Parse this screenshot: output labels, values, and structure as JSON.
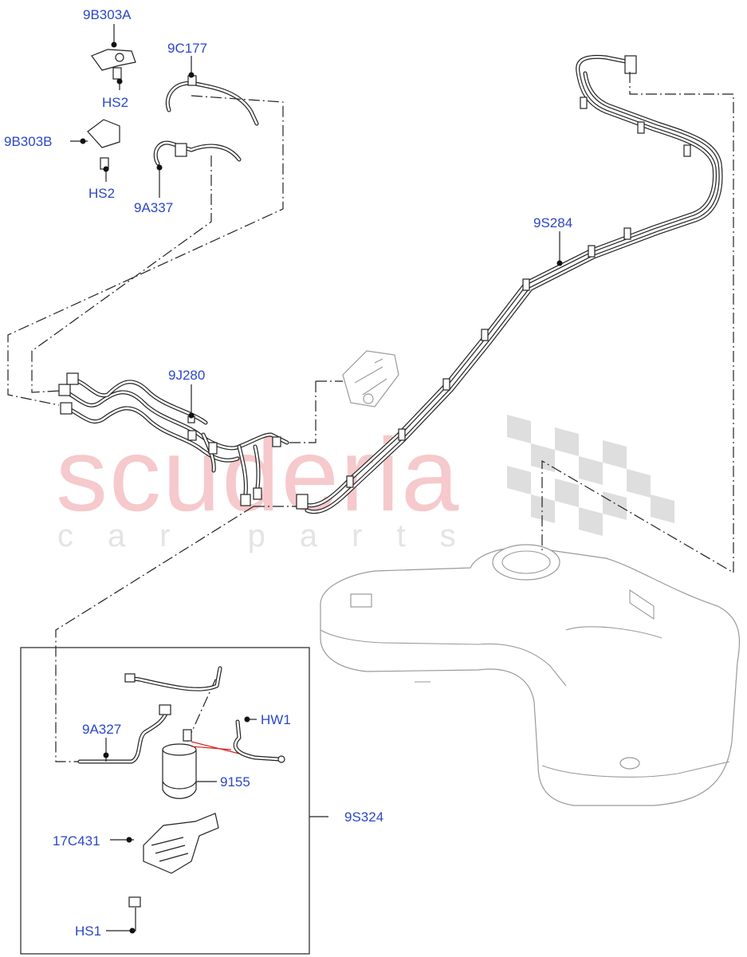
{
  "watermark": {
    "brand": "scuderia",
    "tagline": "car parts"
  },
  "labels": {
    "l9B303A": "9B303A",
    "lHS2a": "HS2",
    "l9C177": "9C177",
    "l9B303B": "9B303B",
    "lHS2b": "HS2",
    "l9A337": "9A337",
    "l9J280": "9J280",
    "l9S284": "9S284",
    "l9A327": "9A327",
    "lHW1": "HW1",
    "l9155": "9155",
    "l9S324": "9S324",
    "l17C431": "17C431",
    "lHS1": "HS1"
  },
  "colors": {
    "callout_text": "#2b47c9",
    "watermark_red": "#f6c9cc",
    "watermark_grey": "#e4e4e4"
  }
}
